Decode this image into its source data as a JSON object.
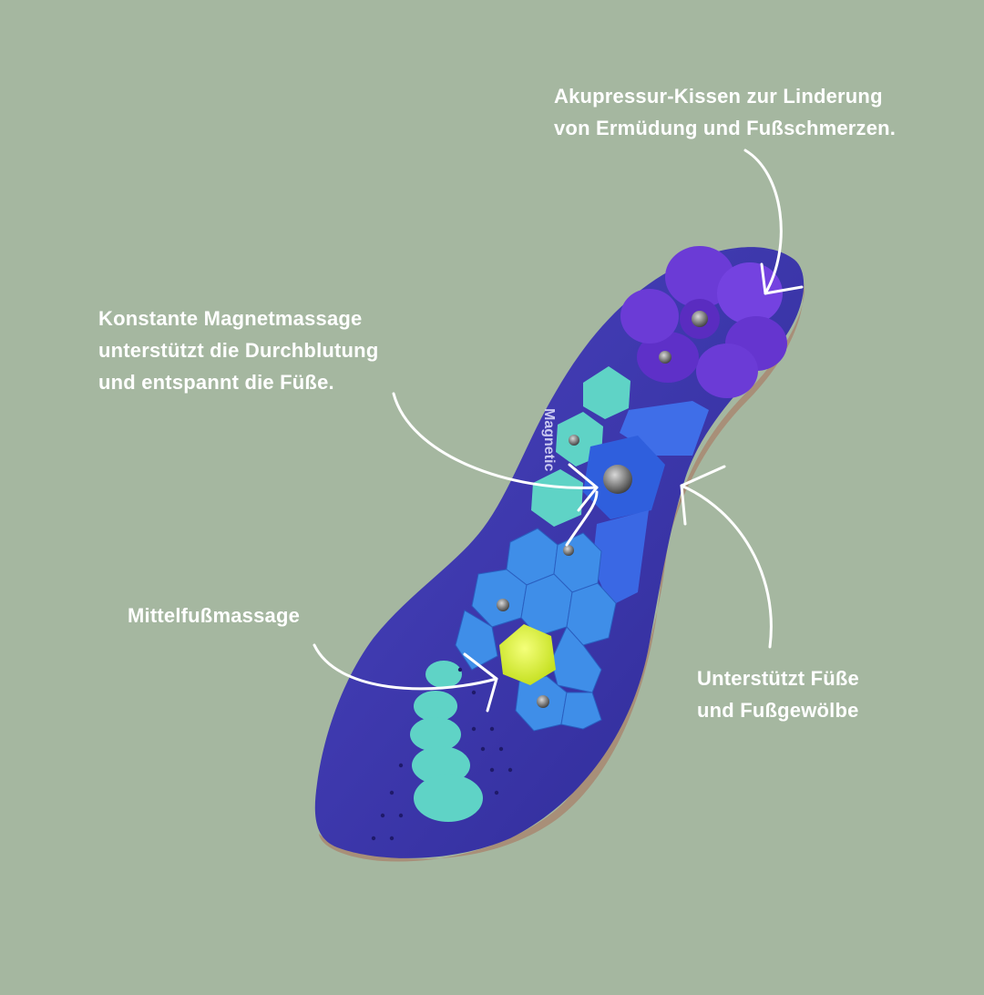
{
  "callouts": {
    "acupressure": {
      "line1": "Akupressur-Kissen zur Linderung",
      "line2": "von Ermüdung und Fußschmerzen."
    },
    "magnet": {
      "line1": "Konstante Magnetmassage",
      "line2": "unterstützt die Durchblutung",
      "line3": "und entspannt die Füße."
    },
    "metatarsal": {
      "line1": "Mittelfußmassage"
    },
    "arch": {
      "line1": "Unterstützt Füße",
      "line2": "und Fußgewölbe"
    }
  },
  "insole": {
    "imprint_text": "Magnetic"
  },
  "colors": {
    "background": "#a5b7a0",
    "insole_base": "#3b35a8",
    "purple_pads": "#6b3bd6",
    "teal_pads": "#5fd3c6",
    "blue_pads": "#3f8ee8",
    "yellow_pad": "#d9f23a",
    "text": "#ffffff"
  }
}
